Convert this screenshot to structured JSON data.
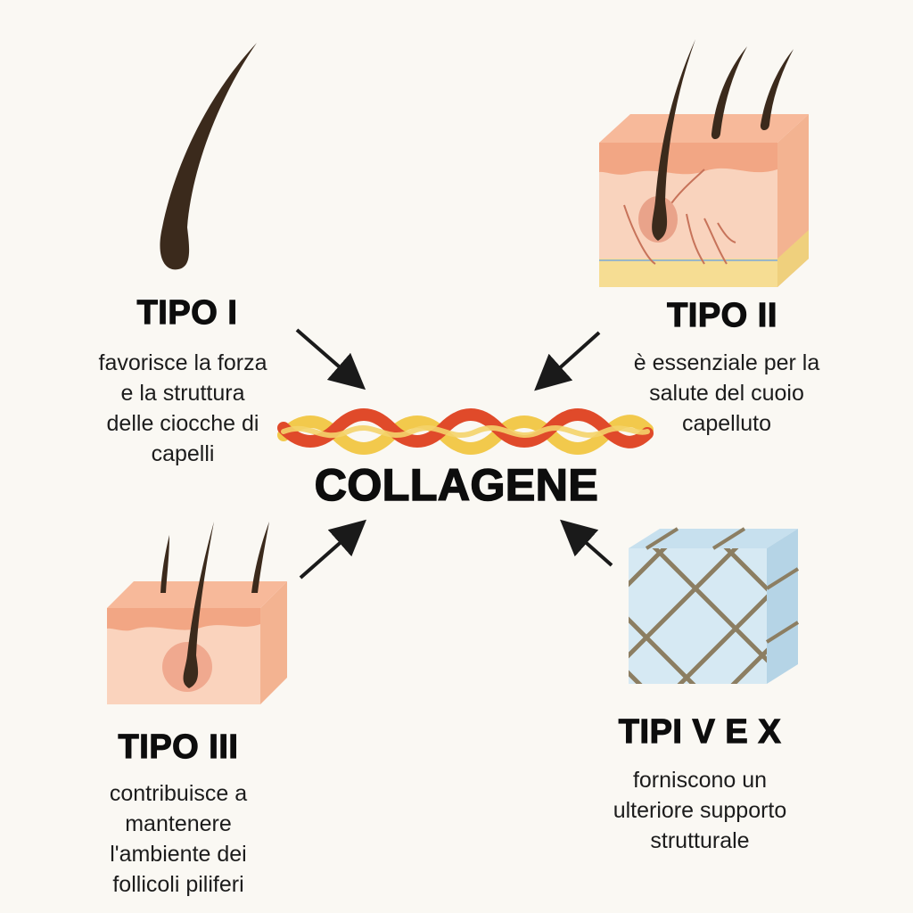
{
  "center": {
    "title": "COLLAGENE"
  },
  "types": [
    {
      "title": "TIPO I",
      "lines": [
        "favorisce la forza",
        "e la struttura",
        "delle ciocche di",
        "capelli"
      ]
    },
    {
      "title": "TIPO II",
      "lines": [
        "è essenziale per la",
        "salute del cuoio",
        "capelluto"
      ]
    },
    {
      "title": "TIPO III",
      "lines": [
        "contribuisce a",
        "mantenere",
        "l'ambiente dei",
        "follicoli piliferi"
      ]
    },
    {
      "title": "TIPI V E X",
      "lines": [
        "forniscono un",
        "ulteriore supporto",
        "strutturale"
      ]
    }
  ],
  "icons": [
    "hair-strand-icon",
    "scalp-skin-block-icon",
    "skin-follicle-block-icon",
    "collagen-mesh-cube-icon",
    "collagen-helix-icon"
  ],
  "colors": {
    "hair": "#3b2a1c",
    "skin": "#f6c7a6",
    "skin_top": "#f0a882",
    "fat": "#f5dc8a",
    "mesh_face": "#d6e9f3",
    "mesh_line": "#8c7e62",
    "helix_red": "#e04a2a",
    "helix_yellow": "#f2c94c"
  }
}
